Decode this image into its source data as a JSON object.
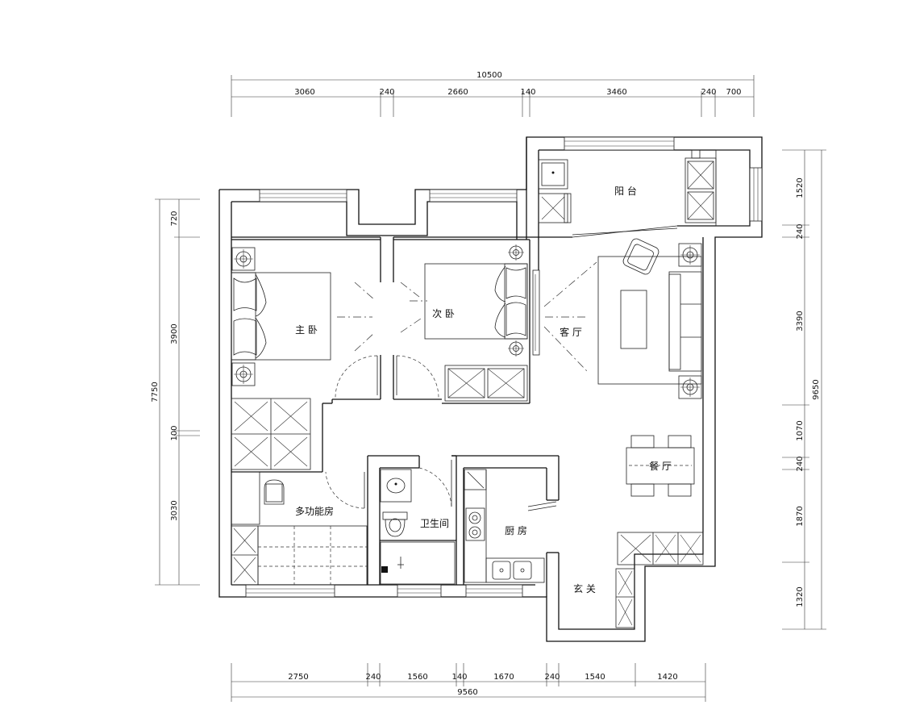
{
  "rooms": {
    "master_bedroom": "主 卧",
    "second_bedroom": "次 卧",
    "living_room": "客 厅",
    "balcony": "阳 台",
    "dining_room": "餐 厅",
    "multi_room": "多功能房",
    "bathroom": "卫生间",
    "kitchen": "厨 房",
    "entrance": "玄 关"
  },
  "dimensions": {
    "top_total": "10500",
    "top": [
      "3060",
      "240",
      "2660",
      "140",
      "3460",
      "240",
      "700"
    ],
    "bottom_total": "9560",
    "bottom": [
      "2750",
      "240",
      "1560",
      "140",
      "1670",
      "240",
      "1540",
      "1420"
    ],
    "left_total": "7750",
    "left": [
      "720",
      "3900",
      "100",
      "3030"
    ],
    "right_total": "9650",
    "right": [
      "1520",
      "240",
      "3390",
      "1070",
      "240",
      "1870",
      "1320"
    ]
  }
}
